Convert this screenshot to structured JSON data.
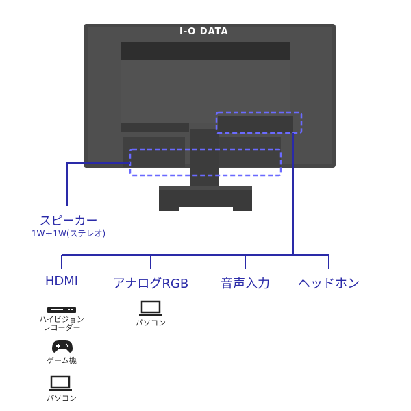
{
  "brand_logo": "I-O DATA",
  "colors": {
    "accent": "#2a2aa8",
    "monitor": "#4a4a4a"
  },
  "speaker": {
    "title": "スピーカー",
    "spec": "1W＋1W(ステレオ)"
  },
  "ports": [
    {
      "label": "HDMI",
      "devices": [
        {
          "icon": "recorder-icon",
          "label": "ハイビジョン\nレコーダー",
          "line1": "ハイビジョン",
          "line2": "レコーダー"
        },
        {
          "icon": "gamepad-icon",
          "label": "ゲーム機"
        },
        {
          "icon": "laptop-icon",
          "label": "パソコン"
        }
      ]
    },
    {
      "label": "アナログRGB",
      "devices": [
        {
          "icon": "laptop-icon",
          "label": "パソコン"
        }
      ]
    },
    {
      "label": "音声入力",
      "devices": []
    },
    {
      "label": "ヘッドホン",
      "devices": []
    }
  ]
}
